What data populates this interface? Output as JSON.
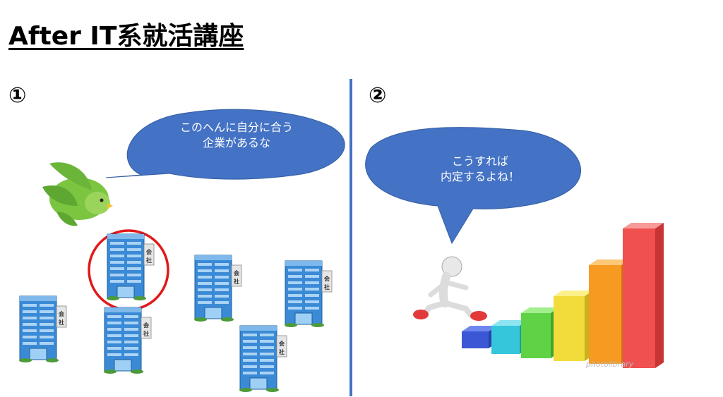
{
  "slide": {
    "title": "After IT系就活講座",
    "panel1": {
      "number": "①",
      "bubble_line1": "このへんに自分に合う",
      "bubble_line2": "企業があるな",
      "building_label_1": "会",
      "building_label_2": "社"
    },
    "panel2": {
      "number": "②",
      "bubble_line1": "こうすれば",
      "bubble_line2": "内定するよね！",
      "watermark": "photolibrary"
    }
  },
  "colors": {
    "accent_blue": "#4472c4",
    "highlight_red": "#e0191a",
    "bird_green": "#7cc540"
  }
}
